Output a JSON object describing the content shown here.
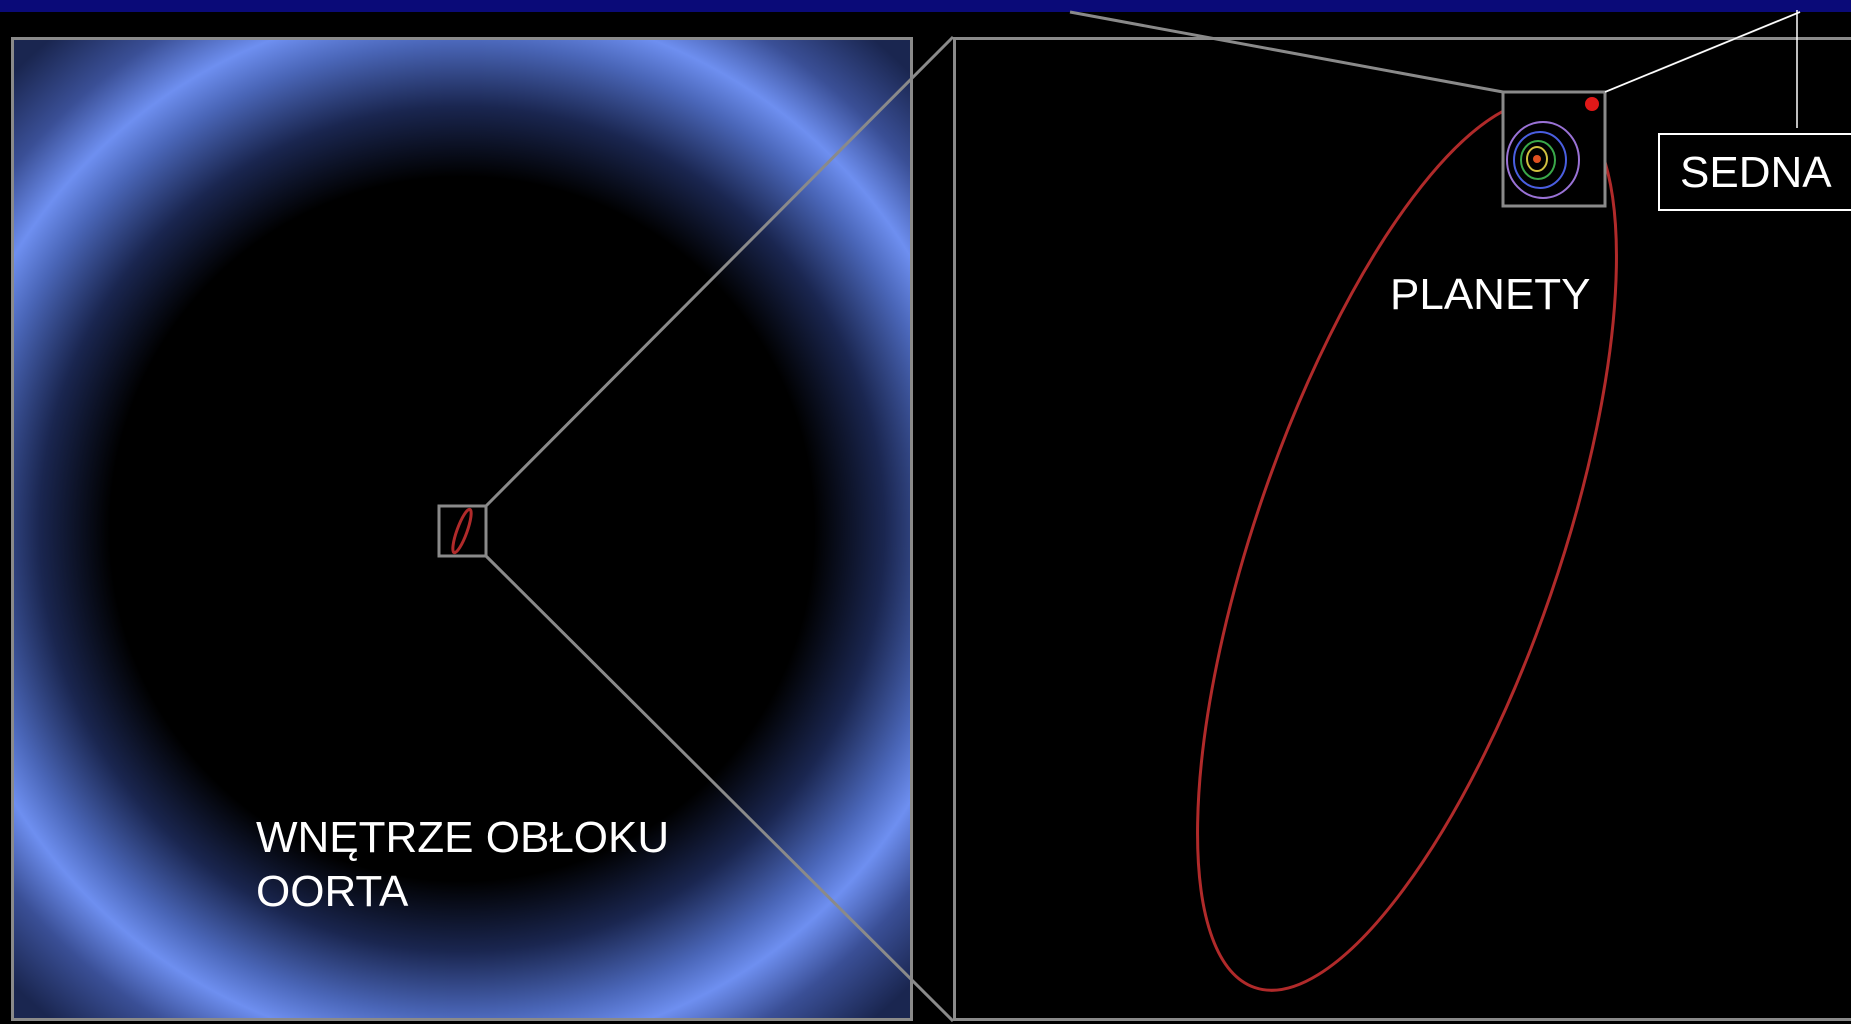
{
  "labels": {
    "oort_line1": "WNĘTRZE OBŁOKU",
    "oort_line2": "OORTA",
    "planets": "PLANETY",
    "sedna": "SEDNA"
  },
  "colors": {
    "top_bar": "#0a0a78",
    "background": "#000000",
    "frame": "#8a8a8a",
    "cloud_glow": "#6e8ff0",
    "sedna_orbit": "#b02a2a",
    "sedna_body": "#e01818",
    "label_text": "#ffffff"
  }
}
